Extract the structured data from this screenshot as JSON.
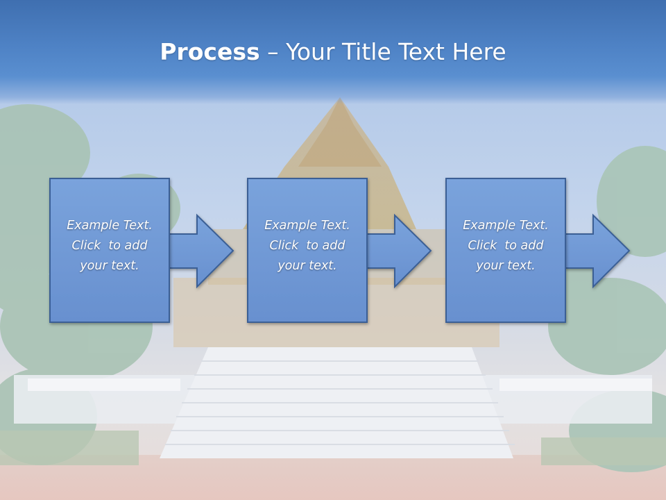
{
  "title": {
    "bold": "Process",
    "rest": " – Your Title Text Here"
  },
  "steps": [
    {
      "lines": [
        "Example Text.",
        "Click  to add",
        "your text."
      ]
    },
    {
      "lines": [
        "Example Text.",
        "Click  to add",
        "your text."
      ]
    },
    {
      "lines": [
        "Example Text.",
        "Click  to add",
        "your text."
      ]
    }
  ],
  "colors": {
    "header": "#4f83c6",
    "box_fill": "#6f99d6",
    "box_border": "#3a5f95",
    "text": "#ffffff"
  }
}
